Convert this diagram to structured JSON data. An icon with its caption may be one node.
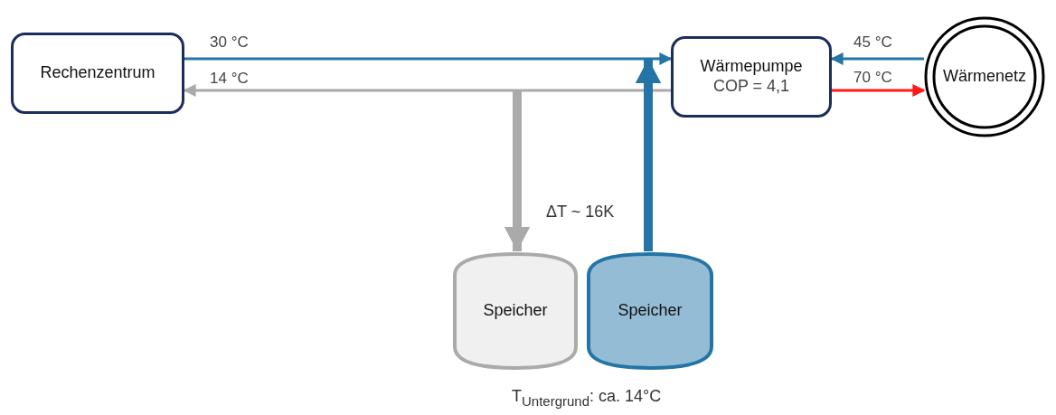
{
  "diagram": {
    "nodes": [
      {
        "text": [
          "Rechenzentrum"
        ]
      },
      {
        "text": [
          "Wärmepumpe",
          "COP = 4,1"
        ]
      },
      {
        "text": [
          "Wärmenetz"
        ]
      },
      {
        "text": [
          "Speicher"
        ]
      },
      {
        "text": [
          "Speicher"
        ]
      }
    ],
    "edges": [
      {
        "from": 0,
        "to": 1,
        "arrow": "to",
        "label": "30 °C"
      },
      {
        "from": 1,
        "to": 0,
        "arrow": "to",
        "label": "14 °C",
        "color": "#aaaaaa"
      },
      {
        "from": 1,
        "to": 3,
        "arrow": "to",
        "style": "thick",
        "color": "#aaaaaa"
      },
      {
        "from": 4,
        "to": 1,
        "arrow": "to",
        "style": "thick"
      },
      {
        "from": 2,
        "to": 1,
        "arrow": "to",
        "label": "45 °C"
      },
      {
        "from": 1,
        "to": 2,
        "arrow": "to",
        "label": "70 °C",
        "color": "#ff1a1a"
      }
    ],
    "labels": [
      "ΔT ~ 16K",
      "T$_{Untergrund}$: ca. 14°C"
    ]
  }
}
